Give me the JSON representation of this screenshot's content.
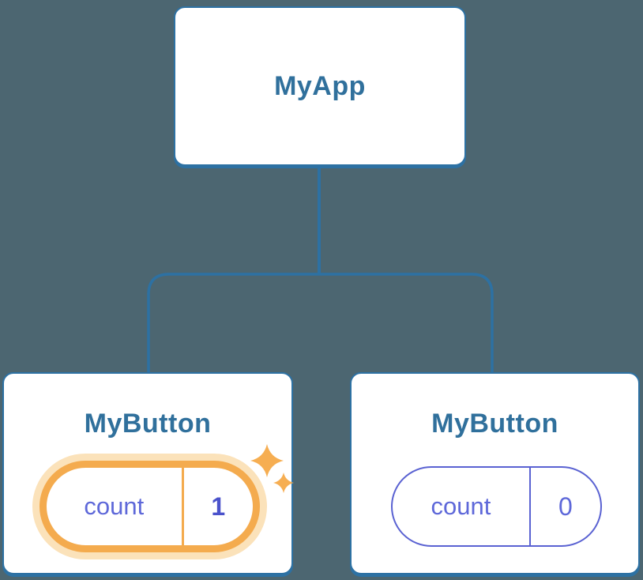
{
  "diagram": {
    "title": "component-tree",
    "root": {
      "label": "MyApp"
    },
    "children": [
      {
        "label": "MyButton",
        "state": {
          "key": "count",
          "value": "1"
        },
        "highlighted": true,
        "icon": "sparkles-icon"
      },
      {
        "label": "MyButton",
        "state": {
          "key": "count",
          "value": "0"
        },
        "highlighted": false
      }
    ]
  },
  "colors": {
    "background": "#4c6671",
    "node-bg": "#ffffff",
    "node-border": "#2d71a3",
    "node-title": "#30709c",
    "connector": "#2d71a3",
    "state-key": "#5e68d9",
    "state-value": "#4a52cb",
    "pill-border": "#5a62d2",
    "highlight": "#f4ab4e",
    "highlight-glow": "#fbe2ba",
    "sparkle": "#f6ae52"
  }
}
